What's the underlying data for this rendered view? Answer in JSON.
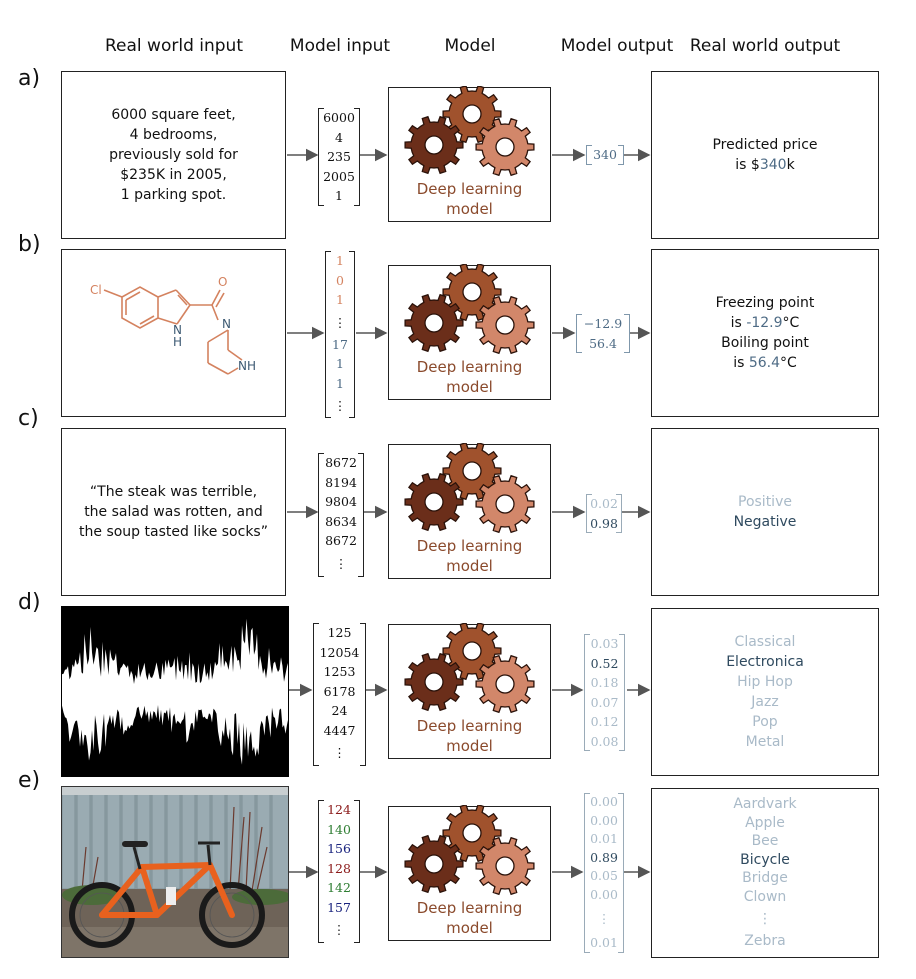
{
  "headers": [
    "Real world input",
    "Model input",
    "Model",
    "Model output",
    "Real world output"
  ],
  "model_label_line1": "Deep learning",
  "model_label_line2": "model",
  "rows": [
    {
      "label": "a)",
      "input_lines": [
        "6000 square feet,",
        "4 bedrooms,",
        "previously sold for",
        "$235K in 2005,",
        "1 parking spot."
      ],
      "model_input": [
        "6000",
        "4",
        "235",
        "2005",
        "1"
      ],
      "model_output": [
        "340"
      ],
      "output": {
        "line1_pre": "Predicted price",
        "line2_pre": "is $",
        "value": "340",
        "line2_post": "k"
      }
    },
    {
      "label": "b)",
      "molecule_labels": {
        "cl": "Cl",
        "o": "O",
        "n1": "N",
        "n2": "N",
        "nh1": "NH",
        "nh2": "H",
        "nh3": "NH"
      },
      "model_input": [
        "1",
        "0",
        "1",
        "⋮",
        "17",
        "1",
        "1",
        "⋮"
      ],
      "model_output": [
        "−12.9",
        "56.4"
      ],
      "output": {
        "l1": "Freezing point",
        "l2_pre": "is ",
        "l2_val": "-12.9",
        "l2_post": "°C",
        "l3": "Boiling point",
        "l4_pre": "is ",
        "l4_val": "56.4",
        "l4_post": "°C"
      }
    },
    {
      "label": "c)",
      "input_lines": [
        "“The steak was terrible,",
        "the salad was rotten, and",
        "the soup tasted like socks”"
      ],
      "model_input": [
        "8672",
        "8194",
        "9804",
        "8634",
        "8672",
        "⋮"
      ],
      "model_output": [
        "0.02",
        "0.98"
      ],
      "output_items": [
        "Positive",
        "Negative"
      ],
      "selected": 1
    },
    {
      "label": "d)",
      "model_input": [
        "125",
        "12054",
        "1253",
        "6178",
        "24",
        "4447",
        "⋮"
      ],
      "model_output": [
        "0.03",
        "0.52",
        "0.18",
        "0.07",
        "0.12",
        "0.08"
      ],
      "output_items": [
        "Classical",
        "Electronica",
        "Hip Hop",
        "Jazz",
        "Pop",
        "Metal"
      ],
      "selected": 1
    },
    {
      "label": "e)",
      "model_input": [
        "124",
        "140",
        "156",
        "128",
        "142",
        "157",
        "⋮"
      ],
      "model_input_colors": [
        "#8b1a1a",
        "#2e7d32",
        "#1a237e",
        "#8b1a1a",
        "#2e7d32",
        "#1a237e",
        "#222222"
      ],
      "model_output": [
        "0.00",
        "0.00",
        "0.01",
        "0.89",
        "0.05",
        "0.00",
        "⋮",
        "0.01"
      ],
      "output_items": [
        "Aardvark",
        "Apple",
        "Bee",
        "Bicycle",
        "Bridge",
        "Clown",
        "⋮",
        "Zebra"
      ],
      "selected": 3
    }
  ],
  "colors": {
    "gear_dark": "#6b2e1a",
    "gear_mid": "#a0522d",
    "gear_light": "#d2876a",
    "molecule": "#d4825f",
    "molecule_n": "#3d5a73",
    "value_blue": "#4e6b85",
    "faded": "#a9bac8",
    "selected": "#2f4a5f"
  }
}
